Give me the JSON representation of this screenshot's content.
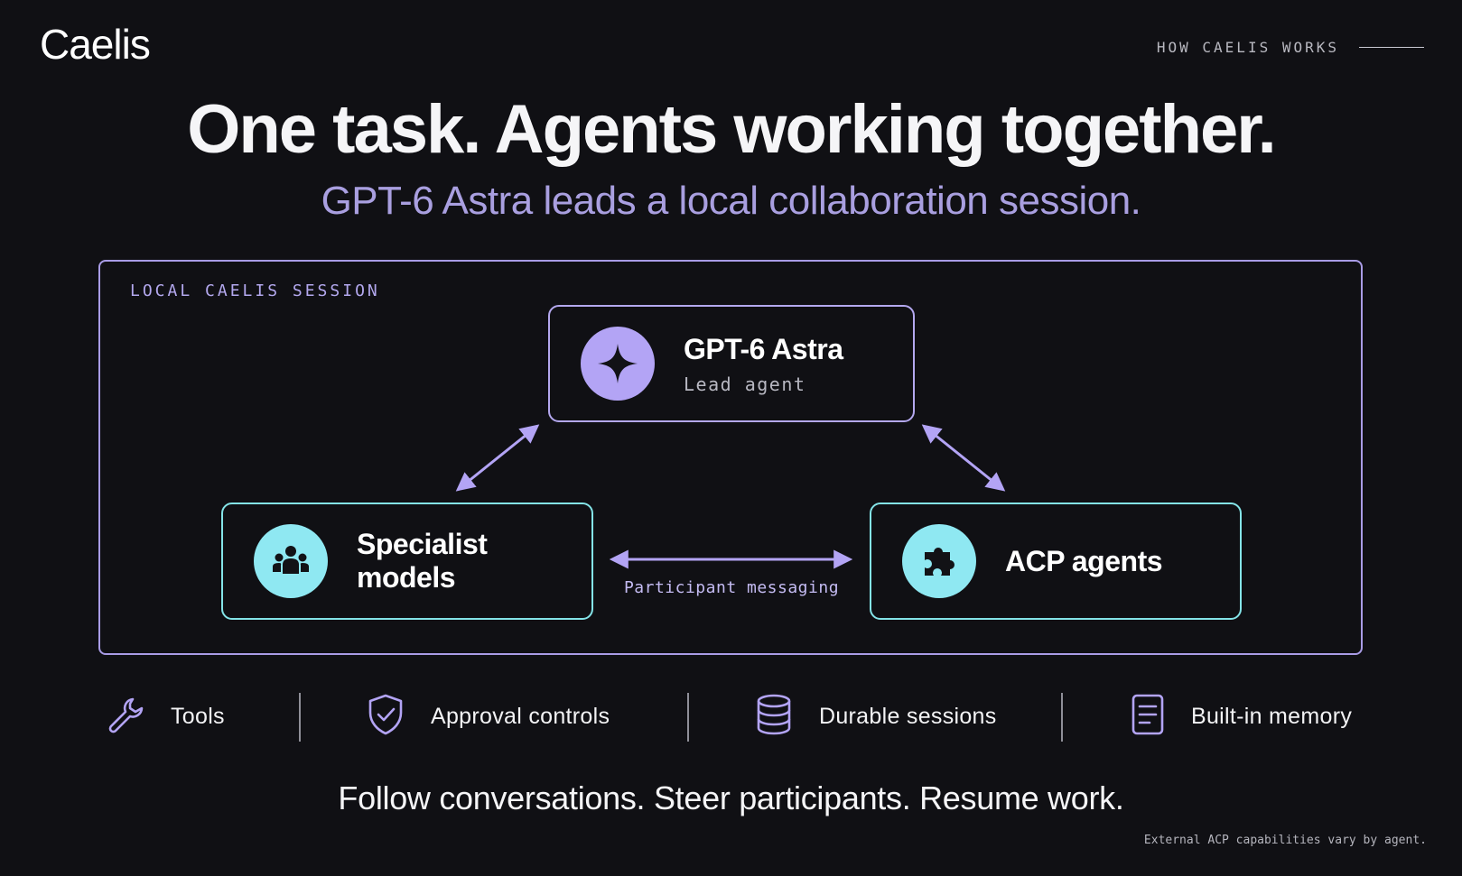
{
  "brand": {
    "logo_text": "Caelis"
  },
  "header": {
    "section_label": "HOW CAELIS WORKS"
  },
  "hero": {
    "headline": "One task. Agents working together.",
    "subheadline": "GPT-6 Astra leads a local collaboration session."
  },
  "session": {
    "label": "LOCAL CAELIS SESSION",
    "lead": {
      "title": "GPT-6 Astra",
      "subtitle": "Lead agent",
      "icon": "sparkle-icon"
    },
    "specialist": {
      "title": "Specialist models",
      "icon": "people-group-icon"
    },
    "acp": {
      "title": "ACP agents",
      "icon": "puzzle-piece-icon"
    },
    "messaging_label": "Participant messaging"
  },
  "features": [
    {
      "label": "Tools",
      "icon": "wrench-icon"
    },
    {
      "label": "Approval controls",
      "icon": "shield-check-icon"
    },
    {
      "label": "Durable sessions",
      "icon": "database-icon"
    },
    {
      "label": "Built-in memory",
      "icon": "document-icon"
    }
  ],
  "tagline": "Follow conversations. Steer participants. Resume work.",
  "footnote": "External ACP capabilities vary by agent.",
  "colors": {
    "background": "#101014",
    "lavender_accent": "#b3a4f5",
    "cyan_accent": "#8fe8f2"
  }
}
